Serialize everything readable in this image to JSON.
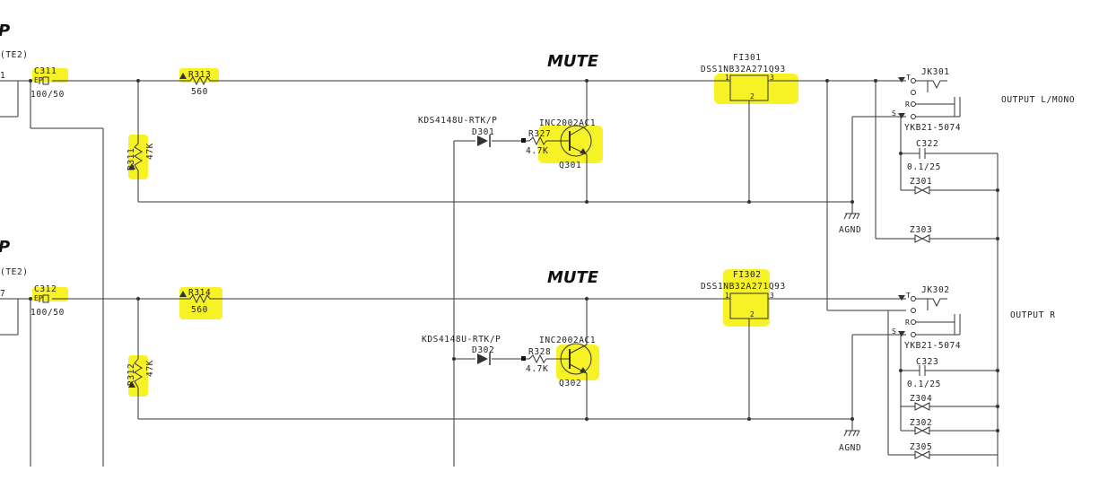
{
  "labels": {
    "p_top": "P",
    "te2_top": "(TE2)",
    "pin_top": "1",
    "p_bot": "P",
    "te2_bot": "(TE2)",
    "pin_bot": "7",
    "mute_top": "MUTE",
    "mute_bot": "MUTE",
    "c311": "C311",
    "c311_val": "100/50",
    "c312": "C312",
    "c312_val": "100/50",
    "r313": "R313",
    "r313_val": "560",
    "r314": "R314",
    "r314_val": "560",
    "r311": "R311",
    "r311_val": "47K",
    "r312": "R312",
    "r312_val": "47K",
    "d301_part": "KDS4148U-RTK/P",
    "d301": "D301",
    "d302_part": "KDS4148U-RTK/P",
    "d302": "D302",
    "r327": "R327",
    "r327_val": "4.7K",
    "r328": "R328",
    "r328_val": "4.7K",
    "q301_part": "INC2002AC1",
    "q301": "Q301",
    "q302_part": "INC2002AC1",
    "q302": "Q302",
    "fi301": "FI301",
    "fi301_part": "DSS1NB32A271Q93",
    "fi302": "FI302",
    "fi302_part": "DSS1NB32A271Q93",
    "jk301": "JK301",
    "jk302": "JK302",
    "jack_part_top": "YKB21-5074",
    "jack_part_bot": "YKB21-5074",
    "c322": "C322",
    "c322_val": "0.1/25",
    "c323": "C323",
    "c323_val": "0.1/25",
    "z301": "Z301",
    "z302": "Z302",
    "z303": "Z303",
    "z304": "Z304",
    "z305": "Z305",
    "agnd_top": "AGND",
    "agnd_bot": "AGND",
    "out_top": "OUTPUT L/MONO",
    "out_bot": "OUTPUT R",
    "pin_t": "T",
    "pin_r": "R",
    "pin_s": "S",
    "pin_1": "1",
    "pin_2": "2",
    "pin_3": "3",
    "pin_t2": "T",
    "pin_r2": "R",
    "pin_s2": "S",
    "pin_1b": "1",
    "pin_2b": "2",
    "pin_3b": "3",
    "cap_ep": "EP",
    "cap_ep2": "EP"
  },
  "colors": {
    "highlight": "#f4f000",
    "wire": "#333333"
  }
}
